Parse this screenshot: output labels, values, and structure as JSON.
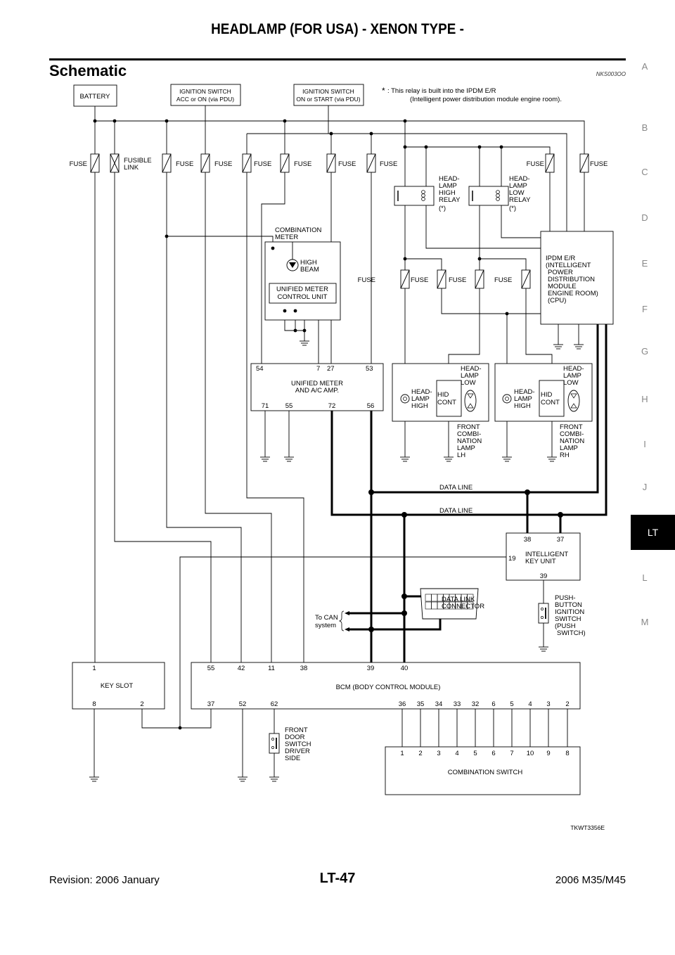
{
  "header": {
    "title": "HEADLAMP (FOR USA) - XENON TYPE -"
  },
  "section": {
    "title": "Schematic",
    "code": "NKS003OO"
  },
  "tabs": [
    "A",
    "B",
    "C",
    "D",
    "E",
    "F",
    "G",
    "H",
    "I",
    "J",
    "LT",
    "L",
    "M"
  ],
  "diagram": {
    "battery": "BATTERY",
    "ign_acc": [
      "IGNITION SWITCH",
      "ACC or ON (via PDU)"
    ],
    "ign_on": [
      "IGNITION SWITCH",
      "ON or START (via PDU)"
    ],
    "note_star": "*",
    "note": [
      ": This relay is built into the IPDM E/R",
      "(Intelligent power distribution module engine room)."
    ],
    "fuse": "FUSE",
    "fusible_link": [
      "FUSIBLE",
      "LINK"
    ],
    "high_relay": [
      "HEAD-",
      "LAMP",
      "HIGH",
      "RELAY",
      "(*)"
    ],
    "low_relay": [
      "HEAD-",
      "LAMP",
      "LOW",
      "RELAY",
      "(*)"
    ],
    "combination_meter": [
      "COMBINATION",
      "METER"
    ],
    "high_beam": [
      "HIGH",
      "BEAM"
    ],
    "meter_control_unit": [
      "UNIFIED METER",
      "CONTROL UNIT"
    ],
    "ipdm": [
      "IPDM E/R",
      "(INTELLIGENT",
      "POWER",
      "DISTRIBUTION",
      "MODULE",
      "ENGINE ROOM)",
      "(CPU)"
    ],
    "unified_meter": [
      "UNIFIED METER",
      "AND A/C AMP."
    ],
    "unified_meter_pins_top": [
      "54",
      "7",
      "27",
      "53"
    ],
    "unified_meter_pins_bottom": [
      "71",
      "55",
      "72",
      "56"
    ],
    "headlamp_high": [
      "HEAD-",
      "LAMP",
      "HIGH"
    ],
    "headlamp_low": [
      "HEAD-",
      "LAMP",
      "LOW"
    ],
    "hid_cont": [
      "HID",
      "CONT"
    ],
    "front_lamp_lh": [
      "FRONT",
      "COMBI-",
      "NATION",
      "LAMP",
      "LH"
    ],
    "front_lamp_rh": [
      "FRONT",
      "COMBI-",
      "NATION",
      "LAMP",
      "RH"
    ],
    "data_line": "DATA LINE",
    "iku": [
      "INTELLIGENT",
      "KEY UNIT"
    ],
    "iku_pins": [
      "38",
      "37",
      "19",
      "39"
    ],
    "data_link_connector": [
      "DATA LINK",
      "CONNECTOR"
    ],
    "push_switch": [
      "PUSH-",
      "BUTTON",
      "IGNITION",
      "SWITCH",
      "(PUSH",
      "SWITCH)"
    ],
    "to_can": [
      "To CAN",
      "system"
    ],
    "key_slot": "KEY SLOT",
    "key_slot_pins": [
      "1",
      "8",
      "2"
    ],
    "bcm": "BCM (BODY CONTROL MODULE)",
    "bcm_pins_top": [
      "55",
      "42",
      "11",
      "38",
      "39",
      "40"
    ],
    "bcm_pins_bottom": [
      "37",
      "52",
      "62",
      "36",
      "35",
      "34",
      "33",
      "32",
      "6",
      "5",
      "4",
      "3",
      "2"
    ],
    "door_switch": [
      "FRONT",
      "DOOR",
      "SWITCH",
      "DRIVER",
      "SIDE"
    ],
    "combination_switch": "COMBINATION SWITCH",
    "combination_switch_pins": [
      "1",
      "2",
      "3",
      "4",
      "5",
      "6",
      "7",
      "10",
      "9",
      "8"
    ]
  },
  "figure_id": "TKWT3356E",
  "footer": {
    "revision": "Revision: 2006 January",
    "page": "LT-47",
    "model": "2006 M35/M45"
  }
}
